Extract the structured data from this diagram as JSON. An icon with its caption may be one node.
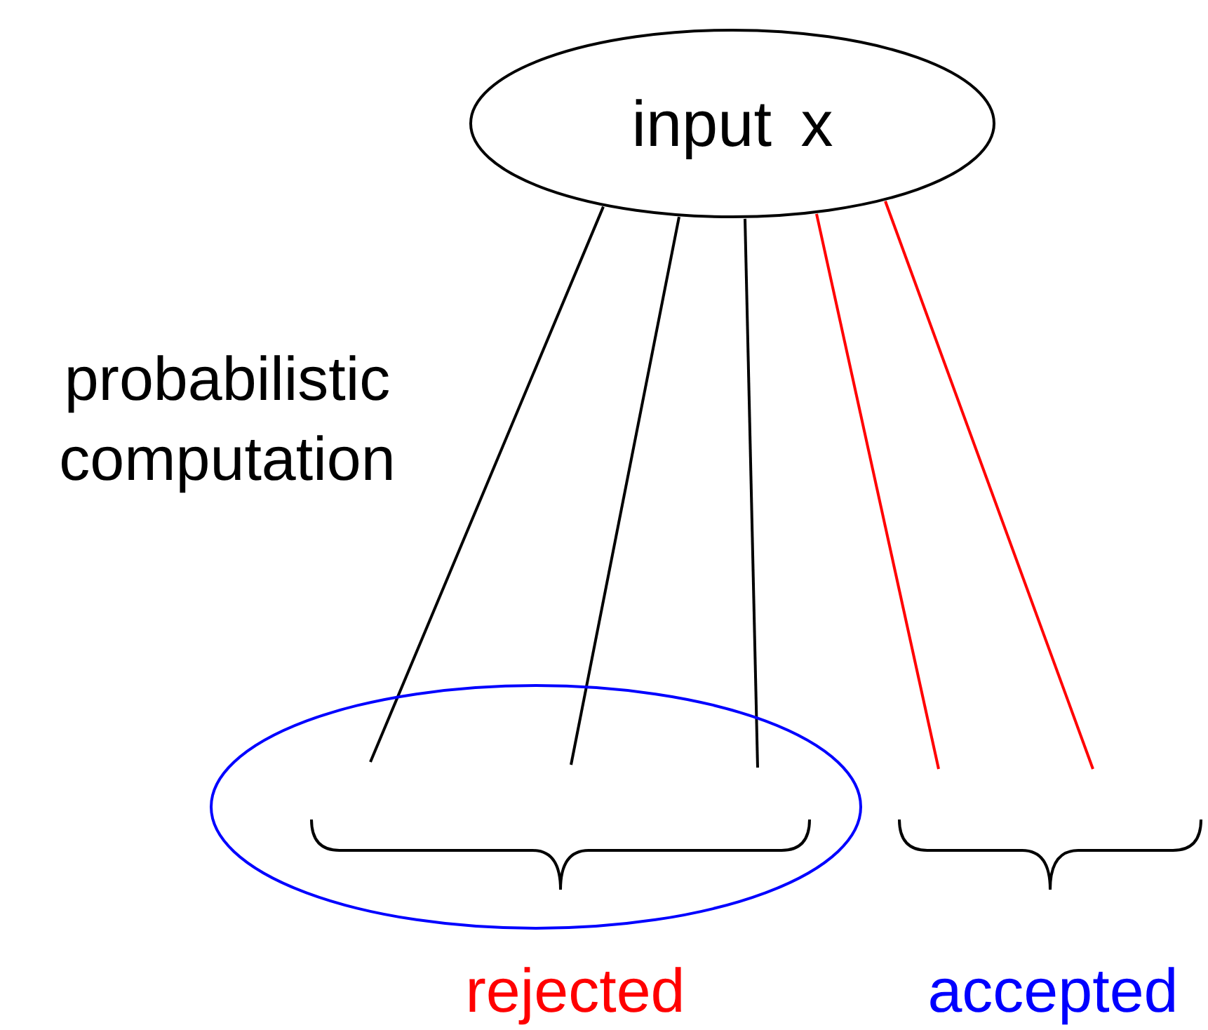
{
  "diagram": {
    "nodes": [
      {
        "text": [
          "input x"
        ]
      },
      {
        "text": [],
        "shape": "ellipse"
      }
    ],
    "edges": [
      {
        "from": 0,
        "to": 1,
        "arrow": "none"
      },
      {
        "from": 0,
        "to": 1,
        "arrow": "none"
      },
      {
        "from": 0,
        "to": 1,
        "arrow": "none"
      },
      {
        "from": 0,
        "to": null,
        "arrow": "none",
        "color": "#ff0000"
      },
      {
        "from": 0,
        "to": null,
        "arrow": "none",
        "color": "#ff0000"
      }
    ],
    "labels": [
      "probabilistic computation",
      "rejected",
      "accepted"
    ]
  }
}
